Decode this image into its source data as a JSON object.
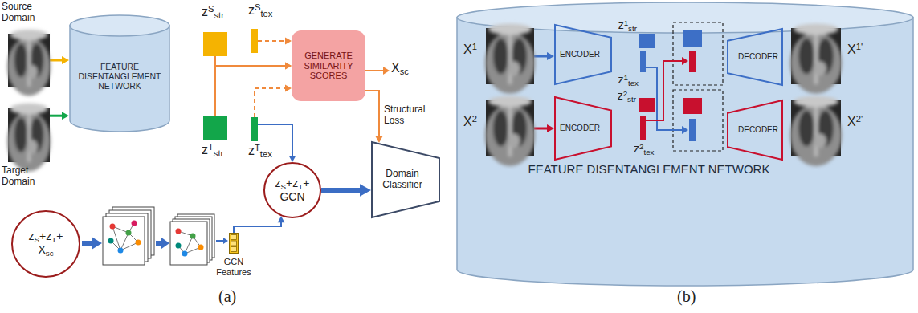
{
  "diagram": {
    "nodes": [
      {
        "text": [
          "FEATURE DISENTANGLEMENT NETWORK"
        ]
      },
      {
        "text": [
          "Source Domain"
        ]
      },
      {
        "text": [
          "Target Domain"
        ]
      },
      {
        "text": [
          "z",
          "S",
          "str"
        ]
      },
      {
        "text": [
          "z",
          "S",
          "tex"
        ]
      },
      {
        "text": [
          "z",
          "T",
          "str"
        ]
      },
      {
        "text": [
          "z",
          "T",
          "tex"
        ]
      },
      {
        "text": [
          "GENERATE SIMILARITY SCORES"
        ]
      },
      {
        "text": [
          "z",
          "S",
          "+z",
          "T",
          "+",
          "GCN"
        ]
      },
      {
        "text": [
          "Domain Classifier"
        ]
      },
      {
        "text": [
          "z",
          "S",
          "+z",
          "T",
          "+",
          "X",
          "sc"
        ]
      },
      {
        "text": [
          "GCN Features"
        ]
      },
      {
        "text": [
          "FEATURE DISENTANGLEMENT NETWORK"
        ]
      },
      {
        "text": [
          "X",
          "1"
        ],
        "in": 12
      },
      {
        "text": [
          "ENCODER"
        ],
        "in": 12
      },
      {
        "text": [
          "z",
          "1",
          "str"
        ],
        "in": 12
      },
      {
        "text": [
          "z",
          "1",
          "tex"
        ],
        "in": 12
      },
      {
        "text": [
          "DECODER"
        ],
        "in": 12
      },
      {
        "text": [
          "X",
          "1'"
        ],
        "in": 12
      },
      {
        "text": [
          "X",
          "2"
        ],
        "in": 12
      },
      {
        "text": [
          "ENCODER"
        ],
        "in": 12
      },
      {
        "text": [
          "z",
          "2",
          "str"
        ],
        "in": 12
      },
      {
        "text": [
          "z",
          "2",
          "tex"
        ],
        "in": 12
      },
      {
        "text": [
          "DECODER"
        ],
        "in": 12
      },
      {
        "text": [
          "X",
          "2'"
        ],
        "in": 12
      }
    ],
    "edges": [
      {
        "from": 1,
        "to": 0,
        "arrow": "to"
      },
      {
        "from": 2,
        "to": 0,
        "arrow": "to"
      },
      {
        "from": 3,
        "to": 7,
        "arrow": "to"
      },
      {
        "from": 5,
        "to": 7,
        "arrow": "to"
      },
      {
        "from": 4,
        "to": 7,
        "arrow": "to"
      },
      {
        "from": 6,
        "to": 7,
        "arrow": "to"
      },
      {
        "from": 6,
        "to": 8,
        "arrow": "to"
      },
      {
        "from": 7,
        "to": 9,
        "label": "Structural Loss",
        "arrow": "to"
      },
      {
        "from": 8,
        "to": 9,
        "arrow": "to"
      },
      {
        "from": 11,
        "to": 8,
        "arrow": "to"
      },
      {
        "from": 13,
        "to": 14,
        "arrow": "to"
      },
      {
        "from": 19,
        "to": 20,
        "arrow": "to"
      }
    ],
    "labels": [
      "X",
      "sc",
      "(a)",
      "(b)"
    ]
  }
}
